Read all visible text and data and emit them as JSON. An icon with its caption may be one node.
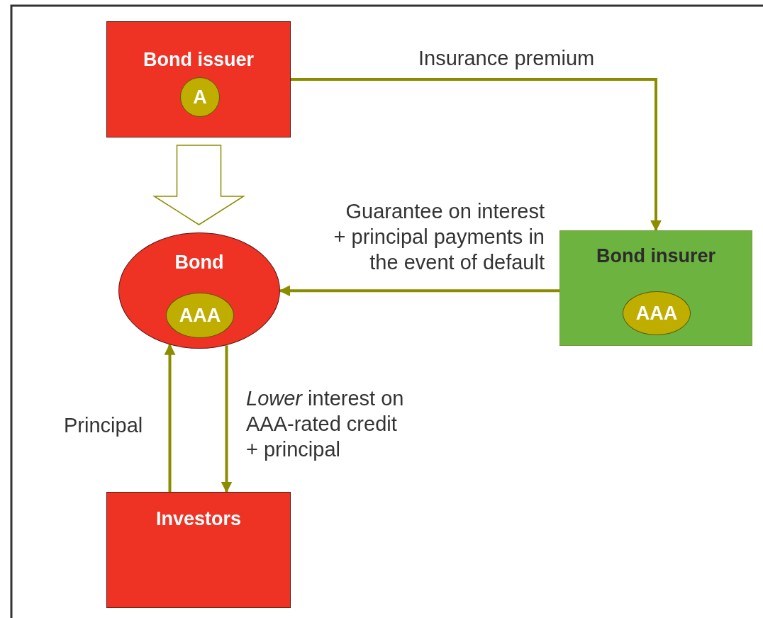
{
  "diagram": {
    "nodes": [
      {
        "text": [
          "Bond issuer"
        ]
      },
      {
        "text": [
          "A"
        ],
        "in": 0
      },
      {
        "text": [
          "Bond"
        ]
      },
      {
        "text": [
          "AAA"
        ],
        "in": 2
      },
      {
        "text": [
          "Bond insurer"
        ]
      },
      {
        "text": [
          "AAA"
        ],
        "in": 4
      },
      {
        "text": [
          "Investors"
        ]
      }
    ],
    "edges": [
      {
        "from": 0,
        "to": 4,
        "arrow": "to",
        "label": "Insurance premium"
      },
      {
        "from": 0,
        "to": 2,
        "arrow": "to",
        "style": "thick"
      },
      {
        "from": 4,
        "to": 2,
        "arrow": "to",
        "label": "Guarantee on interest + principal payments in the event of default"
      },
      {
        "from": 6,
        "to": 2,
        "arrow": "to",
        "label": "Principal"
      },
      {
        "from": 2,
        "to": 6,
        "arrow": "to",
        "label": "*Lower* interest on AAA-rated credit + principal"
      }
    ]
  }
}
